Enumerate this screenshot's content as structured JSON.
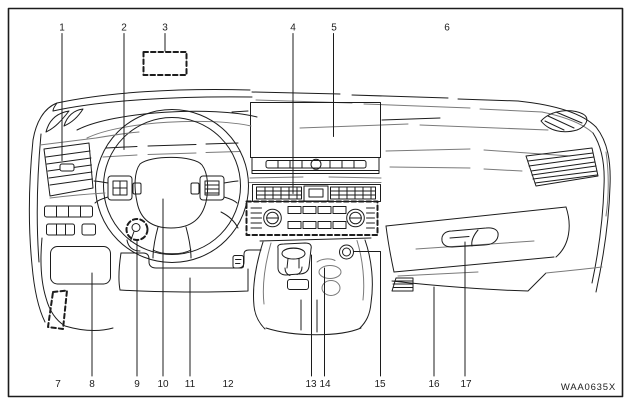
{
  "figure": {
    "code": "WAA0635X",
    "description": "Instrument panel overview line diagram with numbered callouts",
    "style": {
      "ink": "#1c1c1c",
      "paper": "#ffffff",
      "light_line": "#7a7a7a"
    }
  },
  "callouts": [
    {
      "label": "1"
    },
    {
      "label": "2"
    },
    {
      "label": "3"
    },
    {
      "label": "4"
    },
    {
      "label": "5"
    },
    {
      "label": "6"
    },
    {
      "label": "7"
    },
    {
      "label": "8"
    },
    {
      "label": "9"
    },
    {
      "label": "10"
    },
    {
      "label": "11"
    },
    {
      "label": "12"
    },
    {
      "label": "13"
    },
    {
      "label": "14"
    },
    {
      "label": "15"
    },
    {
      "label": "16"
    },
    {
      "label": "17"
    }
  ]
}
